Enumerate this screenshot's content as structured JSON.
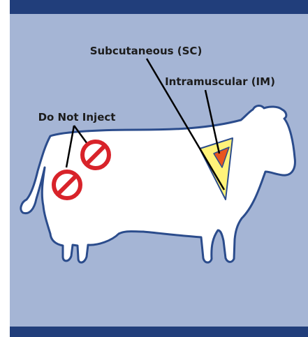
{
  "labels": {
    "subcutaneous": "Subcutaneous (SC)",
    "intramuscular": "Intramuscular (IM)",
    "do_not_inject": "Do Not Inject"
  },
  "colors": {
    "background": "#A5B5D5",
    "band": "#213E7B",
    "cow_fill": "#FFFFFF",
    "cow_outline": "#2B4C8C",
    "no_symbol": "#D8232A",
    "sc_zone": "#FFF37A",
    "im_zone": "#E8551E",
    "leader_line": "#000000"
  },
  "icons": {
    "no_injection_symbol": "prohibition-circle-icon"
  }
}
